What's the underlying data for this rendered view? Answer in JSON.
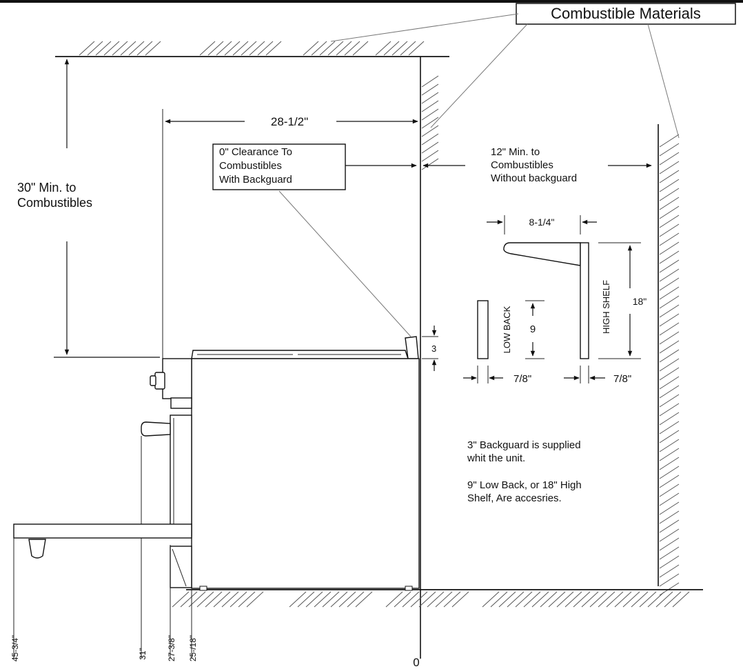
{
  "labels": {
    "combustible_materials": "Combustible Materials",
    "width_28": "28-1/2\"",
    "clear_0_l1": "0\" Clearance To",
    "clear_0_l2": "Combustibles",
    "clear_0_l3": "With Backguard",
    "clear_12_l1": "12\" Min. to",
    "clear_12_l2": "Combustibles",
    "clear_12_l3": "Without backguard",
    "min30_l1": "30\" Min. to",
    "min30_l2": "Combustibles",
    "dim_8_1_4": "8-1/4\"",
    "high_shelf": "HIGH SHELF",
    "dim_18": "18\"",
    "low_back": "LOW BACK",
    "dim_9": "9",
    "dim_3": "3",
    "dim_7_8_a": "7/8\"",
    "dim_7_8_b": "7/8\"",
    "note1_l1": "3\" Backguard is supplied",
    "note1_l2": "whit the unit.",
    "note2_l1": "9\" Low Back, or 18\" High",
    "note2_l2": "Shelf, Are accesries.",
    "bottom_45": "45-3/4\"",
    "bottom_31": "31\"",
    "bottom_27": "27-3/8\"",
    "bottom_25": "25-/18\"",
    "bottom_0": "0"
  }
}
